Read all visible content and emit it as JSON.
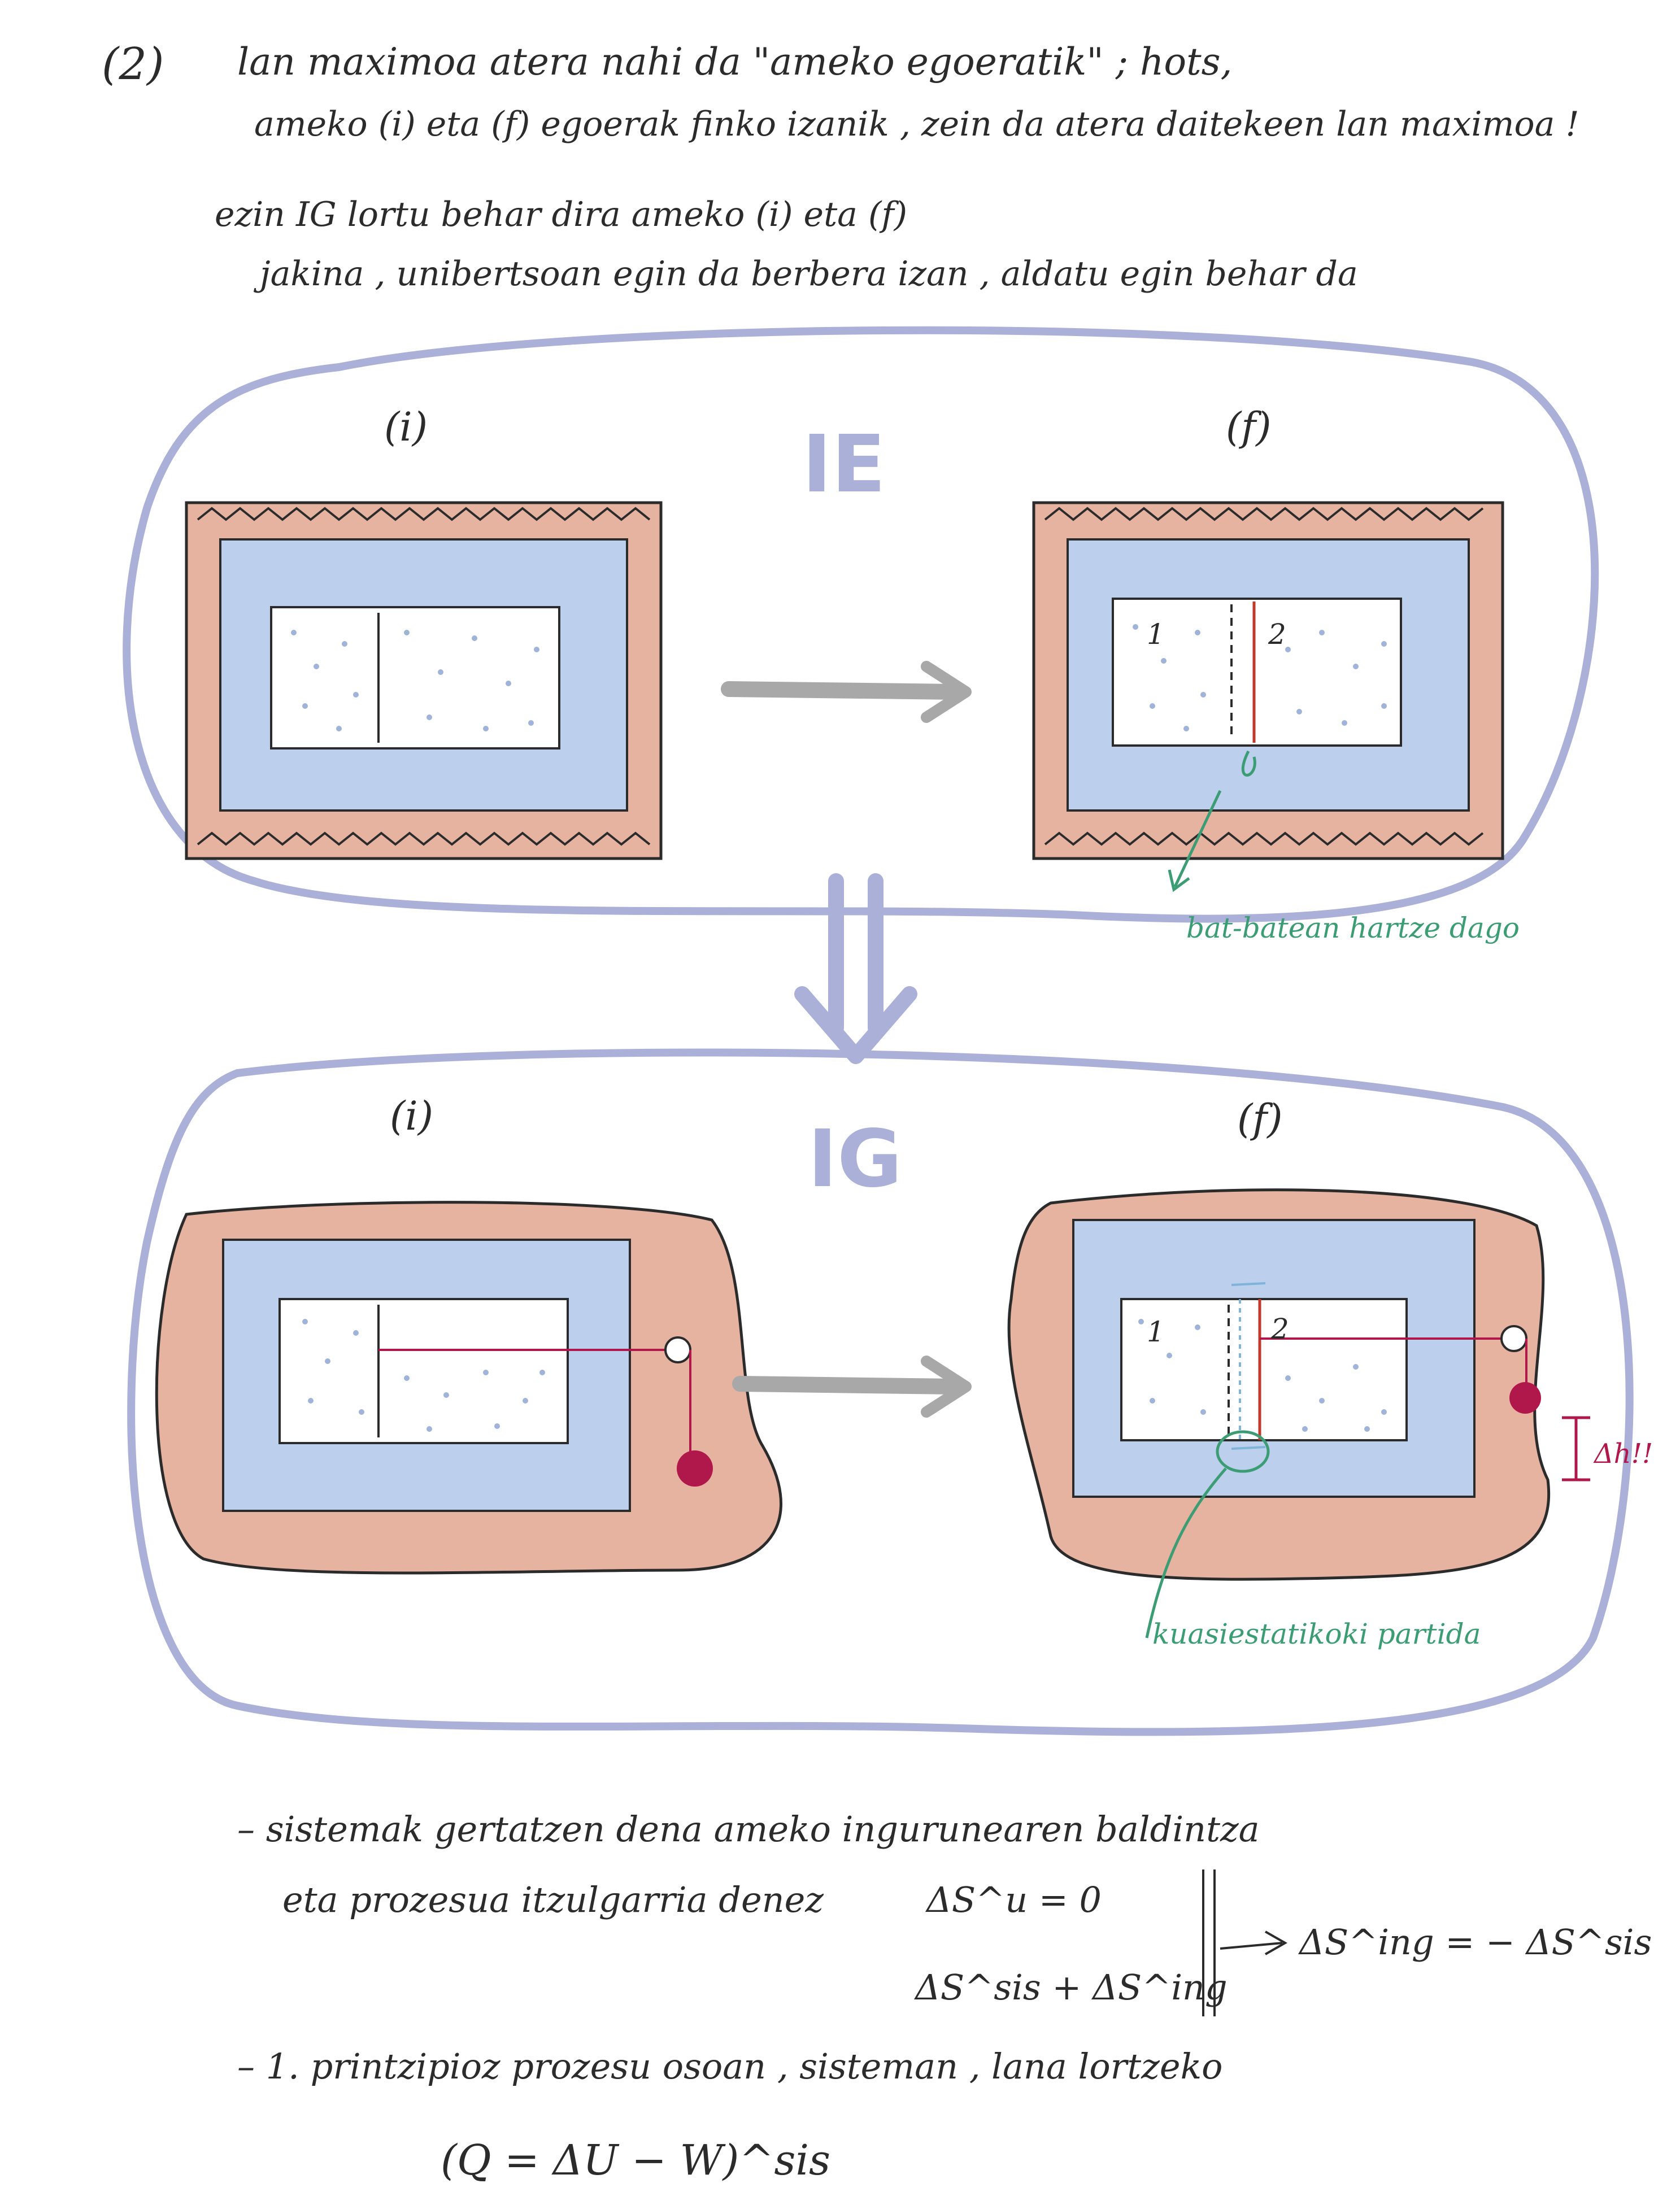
{
  "header": {
    "line1_num": "(2)",
    "line1": "lan maximoa atera nahi da \"ameko egoeratik\" ; hots,",
    "line2": "ameko (i) eta (f) egoerak finko izanik , zein da atera daitekeen lan maximoa !",
    "line3": "ezin IG lortu behar dira ameko (i) eta (f)",
    "line4": "jakina , unibertsoan egin da berbera izan , aldatu egin behar da"
  },
  "panels": {
    "top": {
      "label": "IE",
      "state_i": "(i)",
      "state_f": "(f)",
      "part1": "1",
      "part2": "2",
      "note": "bat-batean hartze dago"
    },
    "bottom": {
      "label": "IG",
      "state_i": "(i)",
      "state_f": "(f)",
      "part1": "1",
      "part2": "2",
      "note": "kuasiestatikoki partida",
      "dh": "Δh!!"
    }
  },
  "footer": {
    "l1": "– sistemak gertatzen dena ameko ingurunearen baldintza",
    "l2": "eta prozesua itzulgarria denez",
    "eq1": "ΔS^u = 0",
    "eq2": "ΔS^sis + ΔS^ing",
    "eq3": "ΔS^ing = − ΔS^sis",
    "l3": "– 1. printzipioz prozesu osoan , sisteman , lana lortzeko",
    "eq4": "(Q = ΔU − W)^sis"
  },
  "colors": {
    "ink": "#2b2b2b",
    "wall": "#e7b3a1",
    "water": "#bcd0ee",
    "ring": "#aab0d8",
    "arrow": "#a8a8a8",
    "accent_red": "#b0174b",
    "accent_green": "#3c9c74"
  }
}
